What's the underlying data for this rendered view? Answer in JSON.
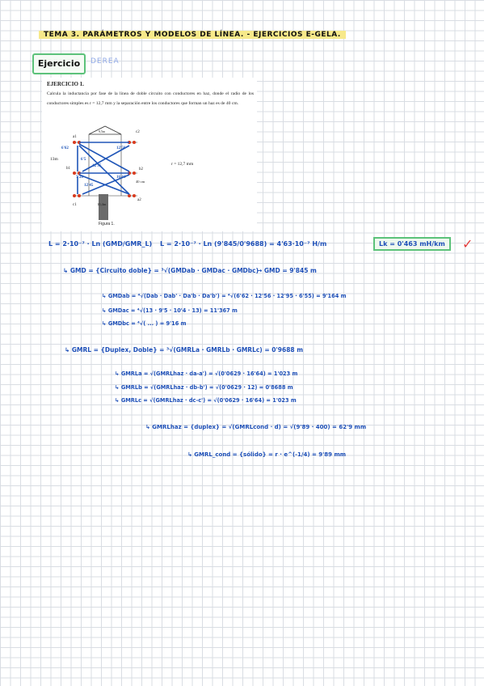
{
  "header": {
    "title": "TEMA 3. PARÁMETROS Y MODELOS DE LÍNEA. - EJERCICIOS E-GELA."
  },
  "exercise": {
    "label": "Ejercicio 1.",
    "tag": "DEREA"
  },
  "problem": {
    "heading": "EJERCICIO 1.",
    "text": "Calcula la inductancia por fase de la línea de doble circuito con conductores en haz, donde el radio de los conductores simples es r = 12,7 mm y la separación entre los conductores que forman un haz es de 40 cm.",
    "radius_label": "r = 12,7 mm",
    "caption": "Figura 1.",
    "figure_labels": {
      "a1": "a1",
      "c2": "c2",
      "b1": "b1",
      "b2": "b2",
      "c1": "c1",
      "a2": "a2",
      "h13": "13m",
      "d95": "9,5m",
      "d662": "6'62",
      "d1256": "12'56",
      "d65": "6'5",
      "d1295": "12'95",
      "d728": "7'28",
      "d1644": "16'44",
      "d40": "40 cm",
      "d1245": "12'45",
      "d10": "10,4m"
    }
  },
  "solution": {
    "line1_left": "L = 2·10⁻⁷ · Ln (GMD/GMR_L)",
    "line1_mid": "L = 2·10⁻⁷ · Ln (9'845/0'9688) = 4'63·10⁻⁷ H/m",
    "line1_result": "Lk = 0'463 mH/km",
    "check": "✓",
    "gmd_def": "↳ GMD = {Circuito doble} = ³√(GMDab · GMDac · GMDbc)",
    "gmd_res": "→ GMD = 9'845 m",
    "gmdab": "↳ GMDab = ⁴√(Dab · Dab' · Da'b · Da'b') = ⁴√(6'62 · 12'56 · 12'95 · 6'55) = 9'164 m",
    "gmdac": "↳ GMDac = ⁴√(13 · 9'5 · 10'4 · 13)  = 11'367 m",
    "gmdbc": "↳ GMDbc = ⁴√(  ...  )  = 9'16 m",
    "gmrl_def": "↳ GMRL = {Duplex, Doble} = ³√(GMRLa · GMRLb · GMRLc) = 0'9688 m",
    "gmrla": "↳ GMRLa = √(GMRLhaz · da-a') = √(0'0629 · 16'64) = 1'023 m",
    "gmrlb": "↳ GMRLb = √(GMRLhaz · db-b') = √(0'0629 · 12) = 0'8688 m",
    "gmrlc": "↳ GMRLc = √(GMRLhaz · dc-c') = √(0'0629 · 16'64) = 1'023 m",
    "gmrlhaz": "↳ GMRLhaz = {duplex} = √(GMRLcond · d) = √(9'89 · 400) = 62'9 mm",
    "gmrlcond": "↳ GMRL_cond = {sólido} = r · e^(-1/4) = 9'89 mm"
  }
}
